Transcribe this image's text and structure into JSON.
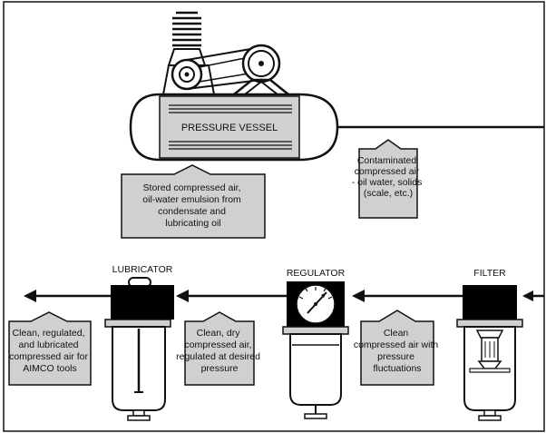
{
  "colors": {
    "ink": "#111111",
    "fill_gray": "#d0d0d0",
    "background": "#ffffff",
    "black_block": "#000000"
  },
  "compressor": {
    "vessel_label": "PRESSURE VESSEL"
  },
  "components": {
    "lubricator": "LUBRICATOR",
    "regulator": "REGULATOR",
    "filter": "FILTER"
  },
  "callouts": {
    "stored": [
      "Stored compressed air,",
      "oil-water emulsion from",
      "condensate and",
      "lubricating oil"
    ],
    "contaminated": [
      "Contaminated",
      "compressed air",
      "- oil water, solids",
      "(scale, etc.)"
    ],
    "clean_lubricated": [
      "Clean, regulated,",
      "and lubricated",
      "compressed air for",
      "AIMCO tools"
    ],
    "clean_dry": [
      "Clean, dry",
      "compressed air,",
      "regulated at desired",
      "pressure"
    ],
    "clean_fluct": [
      "Clean",
      "compressed air with",
      "pressure",
      "fluctuations"
    ]
  }
}
